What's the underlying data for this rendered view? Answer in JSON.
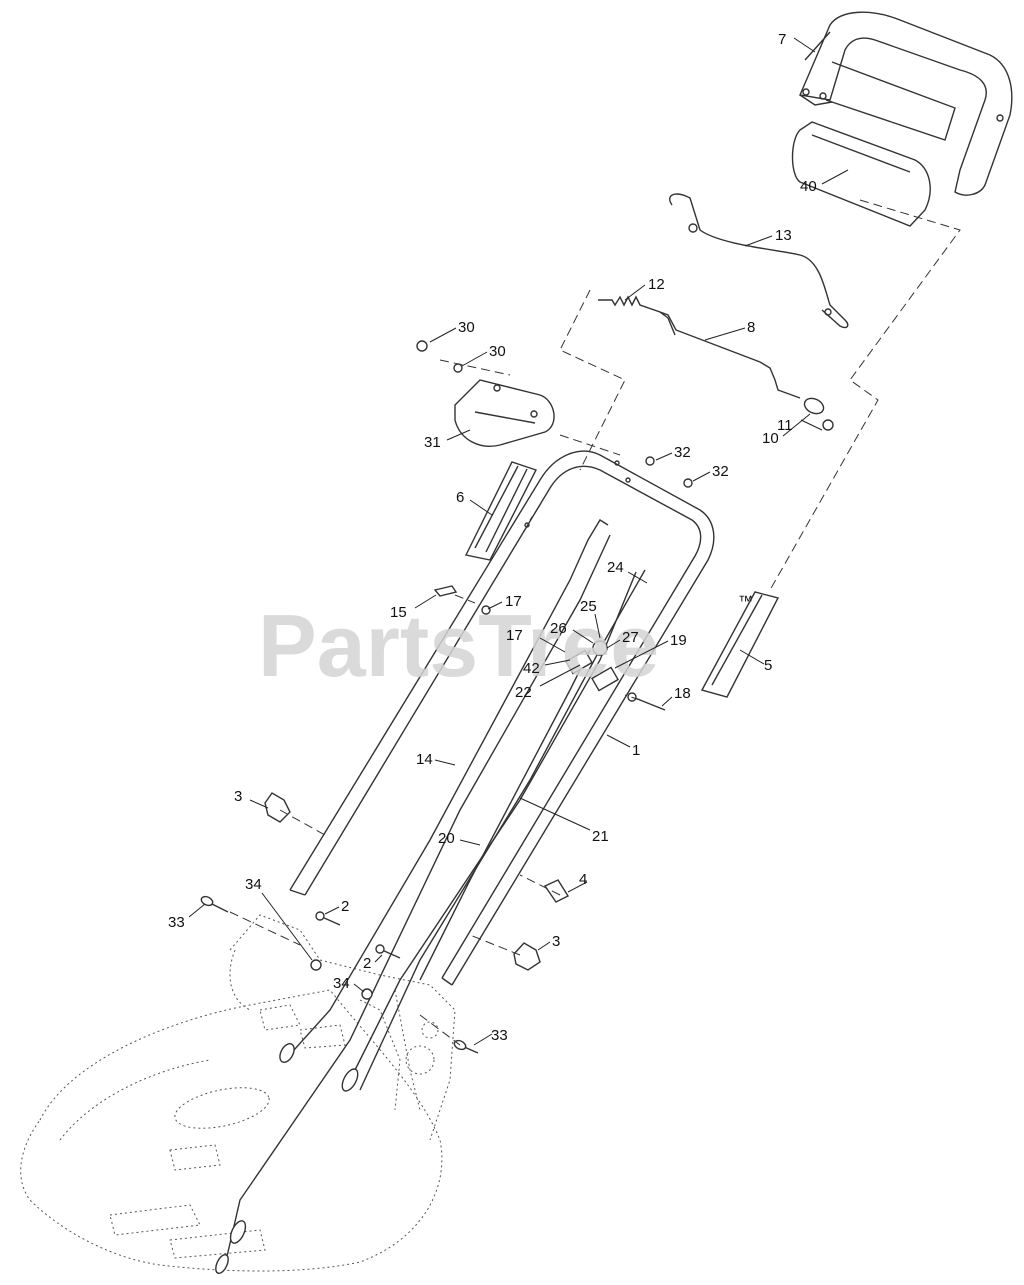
{
  "diagram": {
    "watermark": "PartsTree",
    "trademark": "™",
    "callouts": [
      {
        "id": "c1",
        "text": "7"
      },
      {
        "id": "c2",
        "text": "40"
      },
      {
        "id": "c3",
        "text": "13"
      },
      {
        "id": "c4",
        "text": "12"
      },
      {
        "id": "c5",
        "text": "8"
      },
      {
        "id": "c6",
        "text": "30"
      },
      {
        "id": "c7",
        "text": "30"
      },
      {
        "id": "c8",
        "text": "31"
      },
      {
        "id": "c9",
        "text": "10"
      },
      {
        "id": "c10",
        "text": "11"
      },
      {
        "id": "c11",
        "text": "32"
      },
      {
        "id": "c12",
        "text": "32"
      },
      {
        "id": "c13",
        "text": "6"
      },
      {
        "id": "c14",
        "text": "24"
      },
      {
        "id": "c15",
        "text": "15"
      },
      {
        "id": "c16",
        "text": "17"
      },
      {
        "id": "c17",
        "text": "25"
      },
      {
        "id": "c18",
        "text": "26"
      },
      {
        "id": "c19",
        "text": "27"
      },
      {
        "id": "c20",
        "text": "19"
      },
      {
        "id": "c21",
        "text": "17"
      },
      {
        "id": "c22",
        "text": "42"
      },
      {
        "id": "c23",
        "text": "22"
      },
      {
        "id": "c24",
        "text": "5"
      },
      {
        "id": "c25",
        "text": "18"
      },
      {
        "id": "c26",
        "text": "1"
      },
      {
        "id": "c27",
        "text": "14"
      },
      {
        "id": "c28",
        "text": "3"
      },
      {
        "id": "c29",
        "text": "21"
      },
      {
        "id": "c30",
        "text": "20"
      },
      {
        "id": "c31",
        "text": "4"
      },
      {
        "id": "c32",
        "text": "34"
      },
      {
        "id": "c33",
        "text": "2"
      },
      {
        "id": "c34",
        "text": "33"
      },
      {
        "id": "c35",
        "text": "3"
      },
      {
        "id": "c36",
        "text": "2"
      },
      {
        "id": "c37",
        "text": "34"
      },
      {
        "id": "c38",
        "text": "33"
      }
    ]
  }
}
